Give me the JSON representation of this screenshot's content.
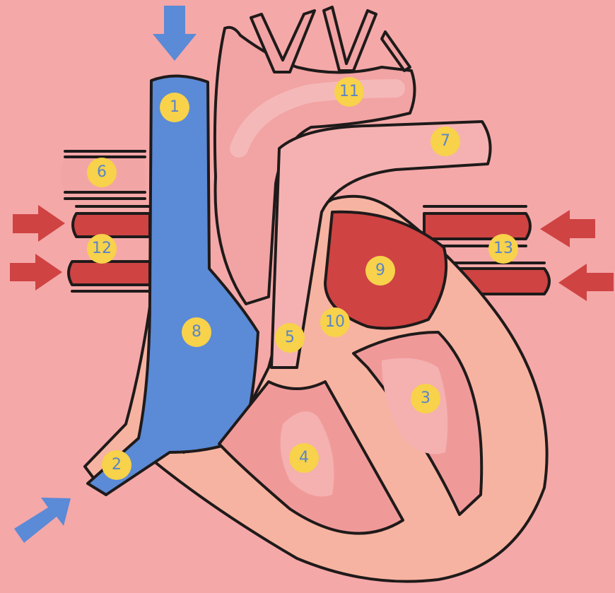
{
  "colors": {
    "background": "#f5a8a8",
    "outer_wall": "#f7b3a1",
    "inner_chamber": "#ef9a99",
    "highlight": "#f5b0b0",
    "deoxygenated_blood": "#5b8ad6",
    "oxygenated_blood": "#cf4343",
    "label_fill": "#f7d24a",
    "label_text": "#5b84c9",
    "outline": "#1f1a1a"
  },
  "labels": [
    {
      "id": "label-1",
      "text": "1"
    },
    {
      "id": "label-2",
      "text": "2"
    },
    {
      "id": "label-3",
      "text": "3"
    },
    {
      "id": "label-4",
      "text": "4"
    },
    {
      "id": "label-5",
      "text": "5"
    },
    {
      "id": "label-6",
      "text": "6"
    },
    {
      "id": "label-7",
      "text": "7"
    },
    {
      "id": "label-8",
      "text": "8"
    },
    {
      "id": "label-9",
      "text": "9"
    },
    {
      "id": "label-10",
      "text": "10"
    },
    {
      "id": "label-11",
      "text": "11"
    },
    {
      "id": "label-12",
      "text": "12"
    },
    {
      "id": "label-13",
      "text": "13"
    }
  ],
  "arrows": [
    {
      "id": "arrow-top",
      "color": "#5b8ad6",
      "direction": "down"
    },
    {
      "id": "arrow-bottom-left",
      "color": "#5b8ad6",
      "direction": "up-right"
    },
    {
      "id": "arrow-left-upper",
      "color": "#cf4343",
      "direction": "right"
    },
    {
      "id": "arrow-left-lower",
      "color": "#cf4343",
      "direction": "right"
    },
    {
      "id": "arrow-right-upper",
      "color": "#cf4343",
      "direction": "left"
    },
    {
      "id": "arrow-right-lower",
      "color": "#cf4343",
      "direction": "left"
    }
  ]
}
